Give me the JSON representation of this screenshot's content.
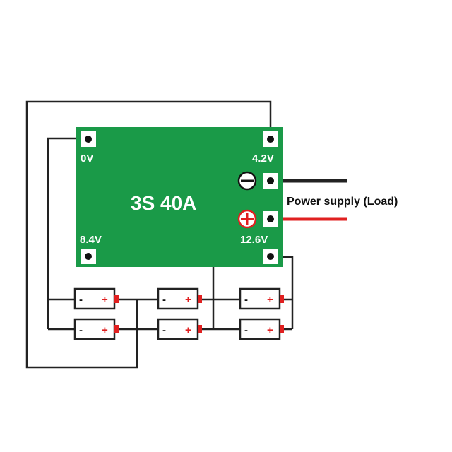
{
  "board": {
    "title": "3S 40A",
    "color": "#1a9a48",
    "pads": {
      "p0": "0V",
      "p42": "4.2V",
      "p84": "8.4V",
      "p126": "12.6V"
    }
  },
  "output": {
    "label": "Power supply (Load)",
    "negative_symbol": "minus-circle-icon",
    "positive_symbol": "plus-circle-icon",
    "negative_wire_color": "#222222",
    "positive_wire_color": "#e02020"
  },
  "cells": {
    "minus": "-",
    "plus": "+",
    "terminal_color": "#e02020"
  }
}
